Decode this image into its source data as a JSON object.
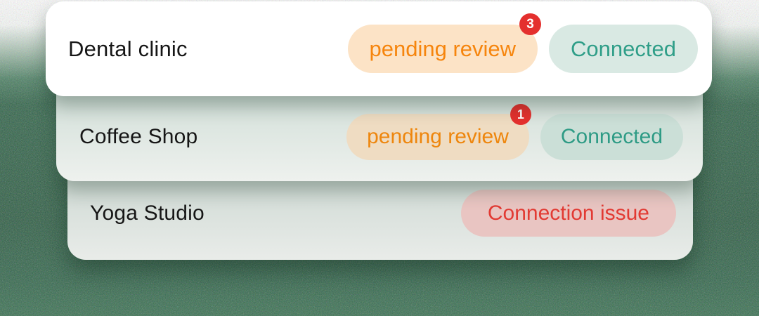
{
  "list": {
    "rows": [
      {
        "label": "Dental clinic",
        "pending_badge": {
          "label": "pending review",
          "count": "3"
        },
        "status_badge": {
          "label": "Connected"
        }
      },
      {
        "label": "Coffee Shop",
        "pending_badge": {
          "label": "pending review",
          "count": "1"
        },
        "status_badge": {
          "label": "Connected"
        }
      },
      {
        "label": "Yoga Studio",
        "status_badge": {
          "label": "Connection issue"
        }
      }
    ]
  },
  "colors": {
    "background_green": "#2e6348",
    "card_front": "#ffffff",
    "pending_bg": "#fce3c6",
    "pending_text": "#f6850d",
    "connected_bg": "#d9e9e3",
    "connected_text": "#2f9e88",
    "error_bg": "#e9c5c2",
    "error_text": "#e23a33",
    "notification_bg": "#e4302e",
    "notification_text": "#ffffff"
  }
}
